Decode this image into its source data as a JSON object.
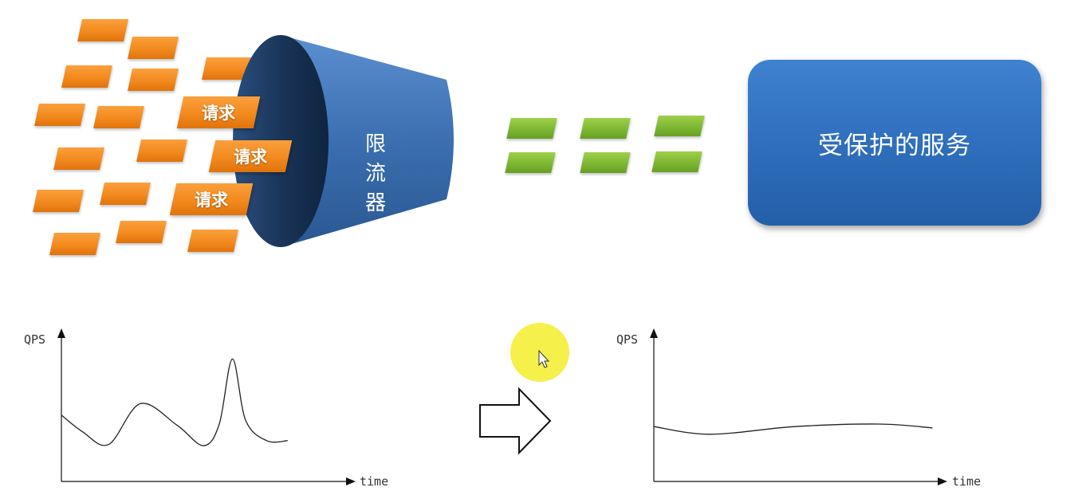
{
  "limiter": {
    "label": "限流器"
  },
  "service": {
    "label": "受保护的服务"
  },
  "requests": {
    "label": "请求"
  },
  "cursor": {
    "highlight_color": "#f5f04a"
  },
  "colors": {
    "request": "#f28a1e",
    "passed": "#7db733",
    "service": "#2f6fbd",
    "funnel": "#3b6fb0"
  },
  "chart_data": [
    {
      "type": "line",
      "ylabel": "QPS",
      "xlabel": "time",
      "series": [
        {
          "points": [
            [
              0,
              0.52
            ],
            [
              0.08,
              0.39
            ],
            [
              0.18,
              0.29
            ],
            [
              0.3,
              0.61
            ],
            [
              0.44,
              0.44
            ],
            [
              0.54,
              0.28
            ],
            [
              0.6,
              0.45
            ],
            [
              0.65,
              0.96
            ],
            [
              0.7,
              0.48
            ],
            [
              0.78,
              0.32
            ],
            [
              0.86,
              0.32
            ]
          ]
        }
      ]
    },
    {
      "type": "line",
      "ylabel": "QPS",
      "xlabel": "time",
      "series": [
        {
          "points": [
            [
              0,
              0.43
            ],
            [
              0.2,
              0.37
            ],
            [
              0.5,
              0.43
            ],
            [
              0.8,
              0.45
            ],
            [
              0.99,
              0.42
            ]
          ]
        }
      ]
    }
  ]
}
